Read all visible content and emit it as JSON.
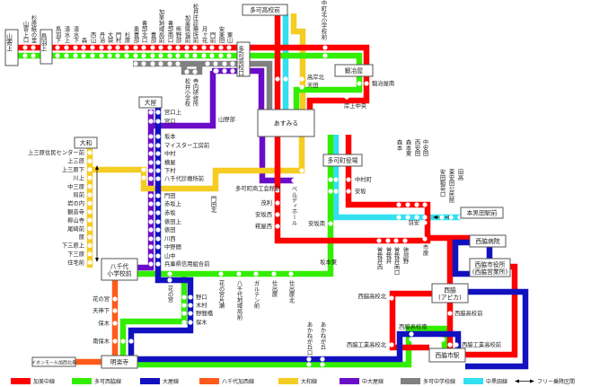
{
  "lines": [
    {
      "id": "kami",
      "name": "加美中線",
      "color": "#ff0000"
    },
    {
      "id": "takanishi",
      "name": "多可西脇線",
      "color": "#33ee00"
    },
    {
      "id": "oya",
      "name": "大屋線",
      "color": "#1111c0"
    },
    {
      "id": "yachiyo",
      "name": "八千代加西線",
      "color": "#ff5a1a"
    },
    {
      "id": "yamato",
      "name": "大和線",
      "color": "#f5cc22"
    },
    {
      "id": "nakaoya",
      "name": "中大屋線",
      "color": "#6a0dc9"
    },
    {
      "id": "chugaku",
      "name": "多可中学校線",
      "color": "#808080"
    },
    {
      "id": "kuroda",
      "name": "中黒田線",
      "color": "#33e0f0"
    }
  ],
  "free_section_label": "フリー乗降区間",
  "hubs": {
    "yamayoseue": "山寄上",
    "tobaue": "鳥羽上",
    "takakokoguchi": "多可高校口",
    "takakokomae": "多可高校前",
    "kajiya": "鍛冶屋",
    "asumiru": "あすみる",
    "oya": "大屋",
    "yamato": "大和",
    "takacho": "多可町役場",
    "honkuroda": "本黒田駅前",
    "nishiwaki_hosp": "西脇病院",
    "cityhall": "西脇市役所",
    "cityhall_sub": "(西脇営業所)",
    "apika": "西脇",
    "apika_sub": "(アピカ)",
    "yachiyo_a": "八千代",
    "yachiyo_b": "小学校前",
    "myorakuji": "明楽寺",
    "nishiwaki_sta": "西脇市駅",
    "aeon": "イオンモール加西北条"
  },
  "stations": {
    "top_row": [
      "山寄上口",
      "杉原紙の里",
      "鳥羽下",
      "清水上",
      "清水下",
      "森",
      "西山",
      "丹治",
      "大袋",
      "門村",
      "杉原",
      "奥豊部",
      "豊部北口",
      "豊部",
      "加美地域局前",
      "豊部南口",
      "熊野部",
      "加美県協前",
      "松井庄診療所前",
      "月ヶ花",
      "門前",
      "安楽田",
      "東山"
    ],
    "yamato": [
      "上三原住民センター前",
      "上三原",
      "上三原下",
      "川上",
      "中三原",
      "局前",
      "岩の内",
      "観音寺",
      "柳山寺",
      "尾崎前",
      "原",
      "下三原上",
      "下三原",
      "住宅前"
    ],
    "oya": [
      "宮口上",
      "宮口",
      "坂本",
      "マイスター工房前",
      "中村",
      "横屋",
      "下村",
      "八千代診療所前",
      "門田",
      "赤坂上",
      "赤坂",
      "俵田上",
      "俵田",
      "川西",
      "中野間",
      "山中",
      "兵庫県信用組合前"
    ],
    "orange": [
      "花の宮",
      "天神下",
      "保木",
      "南保木"
    ],
    "noguchi": [
      "野口",
      "木村",
      "野間橋",
      "保木"
    ],
    "green_south": [
      "花の宮片瀬",
      "八千代地域局前",
      "ガルテン前",
      "仕出原",
      "仕出原北"
    ],
    "gray_south": [
      "松井小学校",
      "寺内研修所"
    ],
    "misc": {
      "hananomiya": "花の宮",
      "monden_kita": "門田北",
      "yamanobe": "山野部",
      "nakamachi": "中町北小学校前",
      "takagishi": "高岸北",
      "amada": "天田",
      "kajiya_minami": "鍛冶屋南",
      "kishigami": "岸上中央",
      "shokokai": "多可町商工会館前",
      "berudi": "ベルディホール",
      "mori": "茂利",
      "asaka_nishi": "安坂西",
      "kojiya": "糀屋西",
      "nakamuracho": "中村町",
      "asaka": "安坂",
      "asaka_minami": "安坂南",
      "sakamoto_higashi": "坂本東",
      "akane_guchi": "あかねが丘口",
      "akane": "あかねが丘",
      "hayasu": "羽安",
      "ichihara": "市原",
      "hs_mae": "西脇高校前",
      "hs_kita": "西脇高校北",
      "hs_minami": "西脇高校南",
      "tech_kita": "西脇工業高校北",
      "tech_mae": "西脇工業高校前"
    },
    "yasuda": [
      "森本",
      "森本東",
      "西安田",
      "中安田"
    ],
    "sogai": [
      "曽我井西",
      "曽我井",
      "曽我井南口",
      "徳部野"
    ],
    "kuroda_east": [
      "安田稲荷口",
      "東安田公民館",
      "田高"
    ]
  }
}
